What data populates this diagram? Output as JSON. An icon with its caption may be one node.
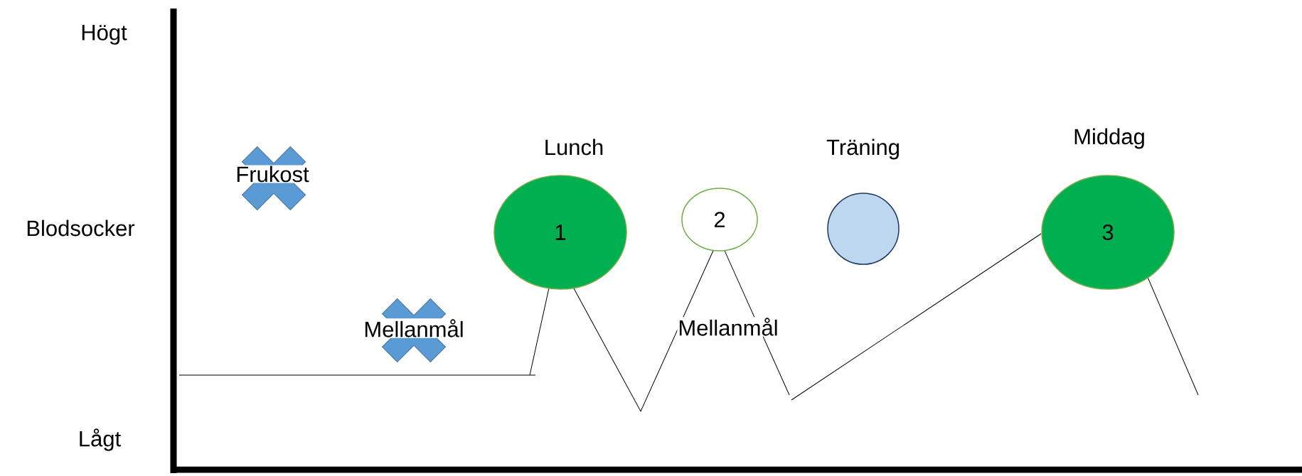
{
  "diagram": {
    "nodes": [
      {
        "text": [
          "Lunch",
          "1"
        ]
      },
      {
        "text": [
          "2"
        ]
      },
      {
        "text": [
          "Träning"
        ]
      },
      {
        "text": [
          "Middag",
          "3"
        ]
      }
    ],
    "labels": [
      "Högt",
      "Frukost",
      "Blodsocker",
      "Mellanmål",
      "Mellanmål",
      "Lågt"
    ]
  }
}
